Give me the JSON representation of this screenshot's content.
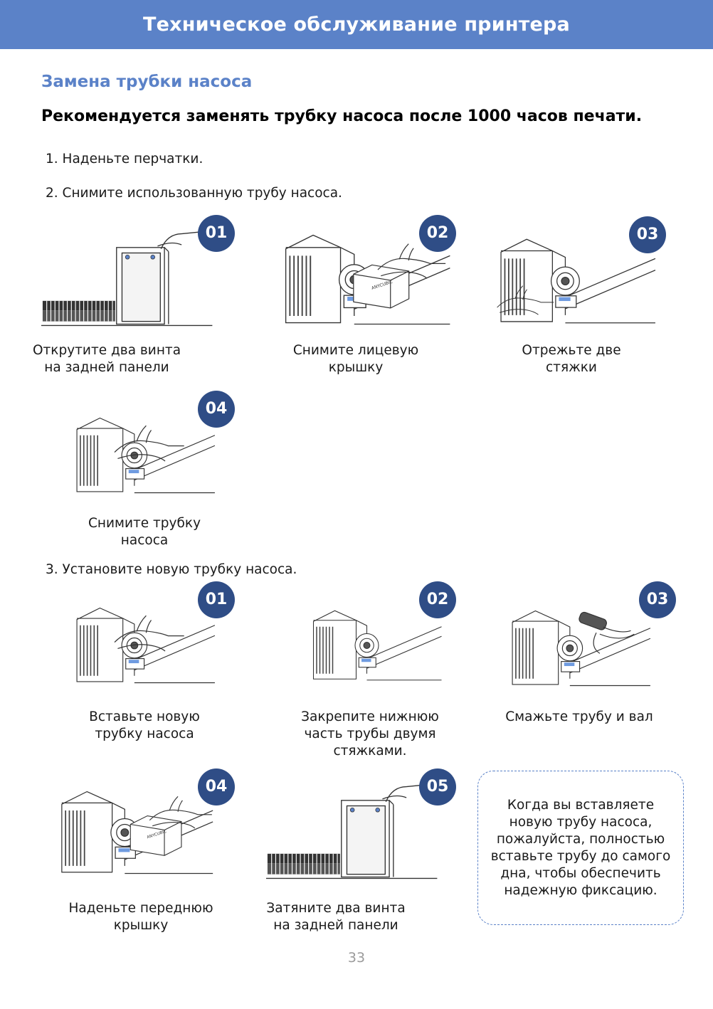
{
  "header": {
    "title": "Техническое обслуживание принтера"
  },
  "section_title": "Замена трубки насоса",
  "recommendation": "Рекомендуется заменять трубку насоса после 1000 часов печати.",
  "steps": {
    "step1": "1. Наденьте перчатки.",
    "step2": "2. Снимите использованную трубу насоса.",
    "step3": "3. Установите новую трубку насоса."
  },
  "removal": [
    {
      "badge": "01",
      "caption_line1": "Открутите два винта",
      "caption_line2": "на задней панели",
      "illustration": "printer-back-screws"
    },
    {
      "badge": "02",
      "caption_line1": "Снимите лицевую",
      "caption_line2": "крышку",
      "illustration": "pump-cover-off"
    },
    {
      "badge": "03",
      "caption_line1": "Отрежьте две",
      "caption_line2": "стяжки",
      "illustration": "cut-ties"
    },
    {
      "badge": "04",
      "caption_line1": "Снимите трубку",
      "caption_line2": "насоса",
      "illustration": "remove-tube"
    }
  ],
  "install": [
    {
      "badge": "01",
      "caption_line1": "Вставьте новую",
      "caption_line2": "трубку насоса",
      "illustration": "insert-tube"
    },
    {
      "badge": "02",
      "caption_line1": "Закрепите нижнюю",
      "caption_line2": "часть трубы двумя",
      "caption_line3": "стяжками.",
      "illustration": "fix-ties"
    },
    {
      "badge": "03",
      "caption_line1": "Смажьте трубу и вал",
      "illustration": "lubricate-brush"
    },
    {
      "badge": "04",
      "caption_line1": "Наденьте переднюю",
      "caption_line2": "крышку",
      "illustration": "put-cover"
    },
    {
      "badge": "05",
      "caption_line1": "Затяните два винта",
      "caption_line2": "на задней панели",
      "illustration": "tighten-screws"
    }
  ],
  "note": {
    "line1": "Когда вы вставляете",
    "line2": "новую трубу насоса,",
    "line3": "пожалуйста, полностью",
    "line4": "вставьте трубу до самого",
    "line5": "дна, чтобы обеспечить",
    "line6": "надежную фиксацию."
  },
  "page_number": "33",
  "colors": {
    "accent": "#5b82c8",
    "badge": "#2f4d86",
    "text": "#1a1a1a"
  }
}
